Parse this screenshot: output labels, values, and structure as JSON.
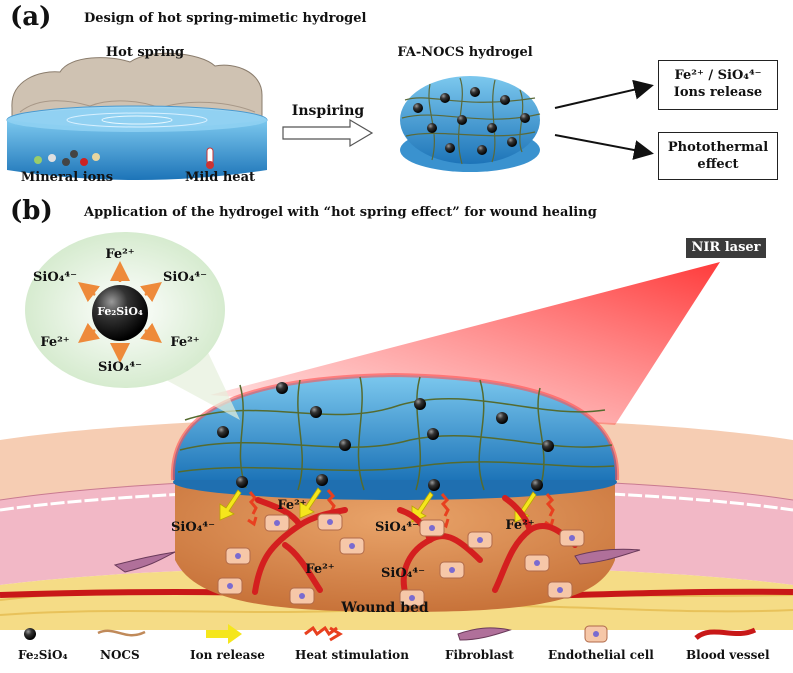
{
  "panel_a": {
    "label": "(a)",
    "heading": "Design  of hot spring-mimetic hydrogel",
    "hot_spring_label": "Hot spring",
    "mineral_ions": "Mineral ions",
    "mild_heat": "Mild heat",
    "inspiring": "Inspiring",
    "hydrogel_label": "FA-NOCS hydrogel",
    "box_ions": {
      "line1": "Fe²⁺ / SiO₄⁴⁻",
      "line2": "Ions release"
    },
    "box_photo": {
      "line1": "Photothermal",
      "line2": "effect"
    }
  },
  "panel_b": {
    "label": "(b)",
    "heading": "Application of the hydrogel with “hot spring effect” for wound healing",
    "nir": "NIR laser",
    "particle": "Fe₂SiO₄",
    "ions": {
      "fe_top": "Fe²⁺",
      "sio_left": "SiO₄⁴⁻",
      "sio_right": "SiO₄⁴⁻",
      "fe_left": "Fe²⁺",
      "fe_right": "Fe²⁺",
      "sio_bottom": "SiO₄⁴⁻"
    },
    "wound_labels": {
      "sio1": "SiO₄⁴⁻",
      "fe1": "Fe²⁺",
      "sio2": "SiO₄⁴⁻",
      "fe2": "Fe²⁺",
      "fe3": "Fe²⁺",
      "sio3": "SiO₄⁴⁻"
    },
    "wound_bed": "Wound bed"
  },
  "legend": {
    "fe2sio4": "Fe₂SiO₄",
    "nocs": "NOCS",
    "ion_release": "Ion release",
    "heat": "Heat stimulation",
    "fibroblast": "Fibroblast",
    "endothelial": "Endothelial cell",
    "vessel": "Blood vessel"
  },
  "colors": {
    "water": "#2f8fcf",
    "skin": "#f4c9a8",
    "dermis": "#f2b6c4",
    "fat": "#f7e08a",
    "wound": "#d98a4a",
    "vessel": "#d41f1f",
    "arrow_ion": "#f2e51a",
    "arrow_heat": "#e8401f"
  }
}
